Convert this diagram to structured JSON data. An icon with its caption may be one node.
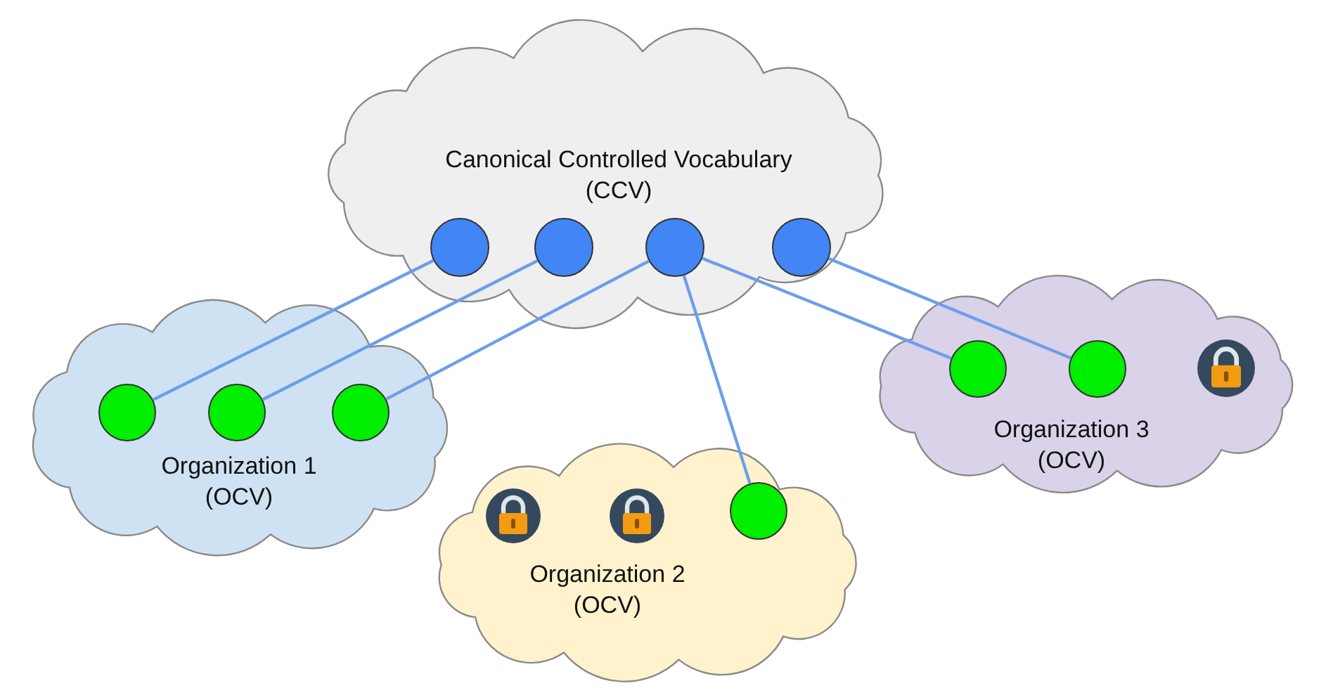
{
  "diagram": {
    "nodes": [
      {
        "text": [
          "Canonical Controlled Vocabulary (CCV)"
        ]
      },
      {
        "text": [],
        "shape": "circle",
        "in": 0
      },
      {
        "text": [],
        "shape": "circle",
        "in": 0
      },
      {
        "text": [],
        "shape": "circle",
        "in": 0
      },
      {
        "text": [],
        "shape": "circle",
        "in": 0
      },
      {
        "text": [
          "Organization 1 (OCV)"
        ]
      },
      {
        "text": [],
        "shape": "circle",
        "in": 5
      },
      {
        "text": [],
        "shape": "circle",
        "in": 5
      },
      {
        "text": [],
        "shape": "circle",
        "in": 5
      },
      {
        "text": [
          "Organization 2 (OCV)"
        ]
      },
      {
        "text": [],
        "shape": "picture",
        "in": 9
      },
      {
        "text": [],
        "shape": "picture",
        "in": 9
      },
      {
        "text": [],
        "shape": "circle",
        "in": 9
      },
      {
        "text": [
          "Organization 3 (OCV)"
        ]
      },
      {
        "text": [],
        "shape": "circle",
        "in": 13
      },
      {
        "text": [],
        "shape": "circle",
        "in": 13
      },
      {
        "text": [],
        "shape": "picture",
        "in": 13
      }
    ],
    "edges": [
      {
        "from": 1,
        "to": 6,
        "arrow": "none"
      },
      {
        "from": 2,
        "to": 7,
        "arrow": "none"
      },
      {
        "from": 3,
        "to": 8,
        "arrow": "none"
      },
      {
        "from": 3,
        "to": 12,
        "arrow": "none"
      },
      {
        "from": 3,
        "to": 14,
        "arrow": "none"
      },
      {
        "from": 4,
        "to": 15,
        "arrow": "none"
      }
    ]
  }
}
